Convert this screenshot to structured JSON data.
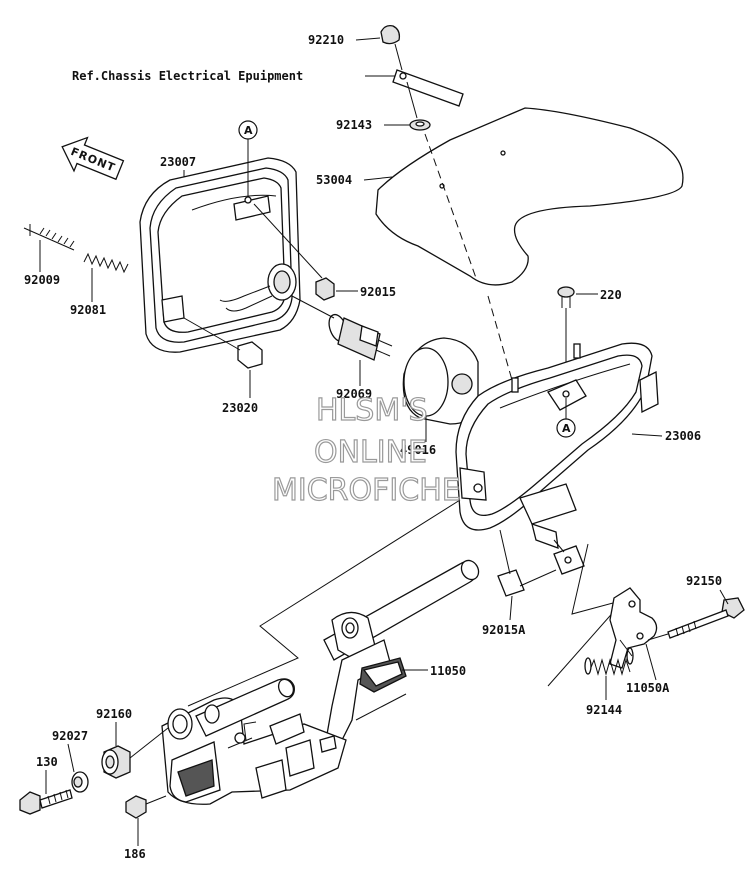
{
  "diagram": {
    "front_label": "FRONT",
    "ref_note": "Ref.Chassis Electrical Epuipment",
    "callout_letter": "A",
    "watermark": [
      "HLSM'S",
      "ONLINE",
      "MICROFICHE"
    ],
    "part_numbers": {
      "p92210": "92210",
      "p92143": "92143",
      "p53004": "53004",
      "p23007": "23007",
      "p92009": "92009",
      "p92081": "92081",
      "p92015": "92015",
      "p220": "220",
      "p92069": "92069",
      "p23020": "23020",
      "p49016": "49016",
      "p23006": "23006",
      "p92015A": "92015A",
      "p92150": "92150",
      "p11050": "11050",
      "p11050A": "11050A",
      "p92144": "92144",
      "p92160": "92160",
      "p92027": "92027",
      "p130": "130",
      "p186": "186"
    }
  }
}
